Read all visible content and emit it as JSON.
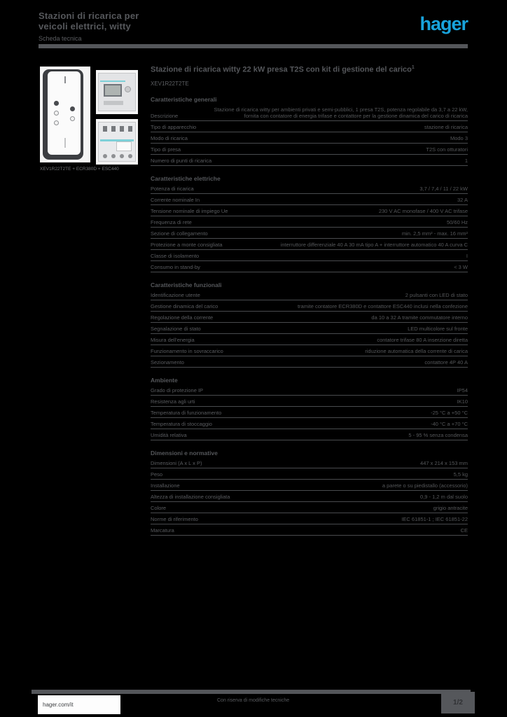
{
  "header": {
    "title_line1": "Stazioni di ricarica per",
    "title_line2": "veicoli elettrici, witty",
    "subtitle": "Scheda tecnica",
    "logo_text": "hager"
  },
  "images": {
    "caption": "XEV1R22T2TE + ECR380D + ESC440"
  },
  "product": {
    "title": "Stazione di ricarica witty 22 kW presa T2S con kit di gestione del carico",
    "title_superscript": "1",
    "reference": "XEV1R22T2TE"
  },
  "sections": [
    {
      "heading": "Caratteristiche generali",
      "rows": [
        {
          "label": "Descrizione",
          "value": "Stazione di ricarica witty per ambienti privati e semi-pubblici, 1 presa T2S, potenza regolabile da 3,7 a 22 kW, fornita con contatore di energia trifase e contattore per la gestione dinamica del carico di ricarica",
          "wide": true
        },
        {
          "label": "Tipo di apparecchio",
          "value": "stazione di ricarica"
        },
        {
          "label": "Modo di ricarica",
          "value": "Modo 3"
        },
        {
          "label": "Tipo di presa",
          "value": "T2S con otturatori"
        },
        {
          "label": "Numero di punti di ricarica",
          "value": "1"
        }
      ]
    },
    {
      "heading": "Caratteristiche elettriche",
      "rows": [
        {
          "label": "Potenza di ricarica",
          "value": "3,7 / 7,4 / 11 / 22 kW"
        },
        {
          "label": "Corrente nominale In",
          "value": "32 A"
        },
        {
          "label": "Tensione nominale di impiego Ue",
          "value": "230 V AC monofase / 400 V AC trifase"
        },
        {
          "label": "Frequenza di rete",
          "value": "50/60 Hz"
        },
        {
          "label": "Sezione di collegamento",
          "value": "min. 2,5 mm² - max. 16 mm²"
        },
        {
          "label": "Protezione a monte consigliata",
          "value": "interruttore differenziale 40 A 30 mA tipo A + interruttore automatico 40 A curva C",
          "wide": true
        },
        {
          "label": "Classe di isolamento",
          "value": "I"
        },
        {
          "label": "Consumo in stand-by",
          "value": "< 3 W"
        }
      ]
    },
    {
      "heading": "Caratteristiche funzionali",
      "rows": [
        {
          "label": "Identificazione utente",
          "value": "2 pulsanti con LED di stato"
        },
        {
          "label": "Gestione dinamica del carico",
          "value": "tramite contatore ECR380D e contattore ESC440 inclusi nella confezione",
          "wide": true
        },
        {
          "label": "Regolazione della corrente",
          "value": "da 10 a 32 A tramite commutatore interno"
        },
        {
          "label": "Segnalazione di stato",
          "value": "LED multicolore sul fronte"
        },
        {
          "label": "Misura dell'energia",
          "value": "contatore trifase 80 A inserzione diretta"
        },
        {
          "label": "Funzionamento in sovraccarico",
          "value": "riduzione automatica della corrente di carica",
          "wide": true
        },
        {
          "label": "Sezionamento",
          "value": "contattore 4P 40 A"
        }
      ]
    },
    {
      "heading": "Ambiente",
      "rows": [
        {
          "label": "Grado di protezione IP",
          "value": "IP54"
        },
        {
          "label": "Resistenza agli urti",
          "value": "IK10"
        },
        {
          "label": "Temperatura di funzionamento",
          "value": "-25 °C a +50 °C"
        },
        {
          "label": "Temperatura di stoccaggio",
          "value": "-40 °C a +70 °C"
        },
        {
          "label": "Umidità relativa",
          "value": "5 - 95 % senza condensa"
        }
      ]
    },
    {
      "heading": "Dimensioni e normative",
      "rows": [
        {
          "label": "Dimensioni (A x L x P)",
          "value": "447 x 214 x 153 mm"
        },
        {
          "label": "Peso",
          "value": "5,5 kg"
        },
        {
          "label": "Installazione",
          "value": "a parete o su piedistallo (accessorio)"
        },
        {
          "label": "Altezza di installazione consigliata",
          "value": "0,9 - 1,2 m dal suolo"
        },
        {
          "label": "Colore",
          "value": "grigio antracite"
        },
        {
          "label": "Norme di riferimento",
          "value": "IEC 61851-1 ; IEC 61851-22"
        },
        {
          "label": "Marcatura",
          "value": "CE"
        }
      ]
    }
  ],
  "footer": {
    "website": "hager.com/it",
    "note": "Con riserva di modifiche tecniche",
    "page": "1/2"
  }
}
